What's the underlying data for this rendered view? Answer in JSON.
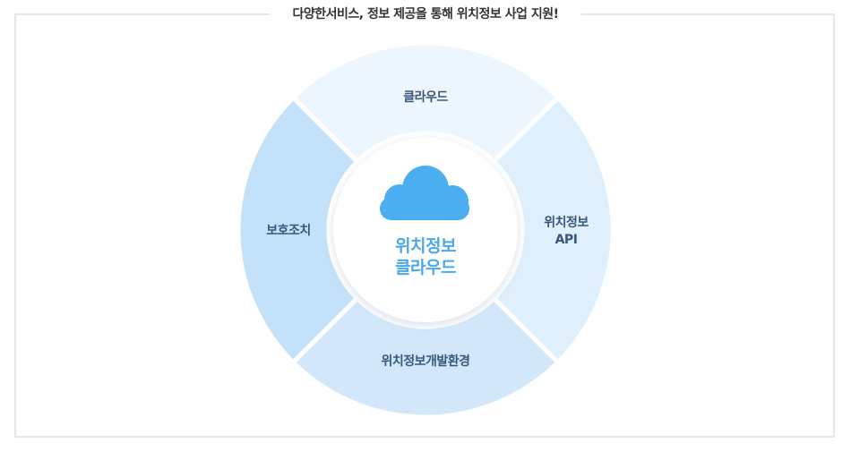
{
  "title": "다양한서비스, 정보 제공을 통해 위치정보 사업 지원!",
  "center": {
    "icon": "cloud-icon",
    "line1": "위치정보",
    "line2": "클라우드"
  },
  "segments": {
    "top": "클라우드",
    "right_line1": "위치정보",
    "right_line2": "API",
    "bottom": "위치정보개발환경",
    "left": "보호조치"
  },
  "colors": {
    "segment_top": "#eef6fd",
    "segment_right": "#dfeffc",
    "segment_bottom": "#d2e8fa",
    "segment_left": "#c3e1f8",
    "label": "#39577a",
    "center_text": "#4aa8ec",
    "cloud": "#4aaef0"
  }
}
